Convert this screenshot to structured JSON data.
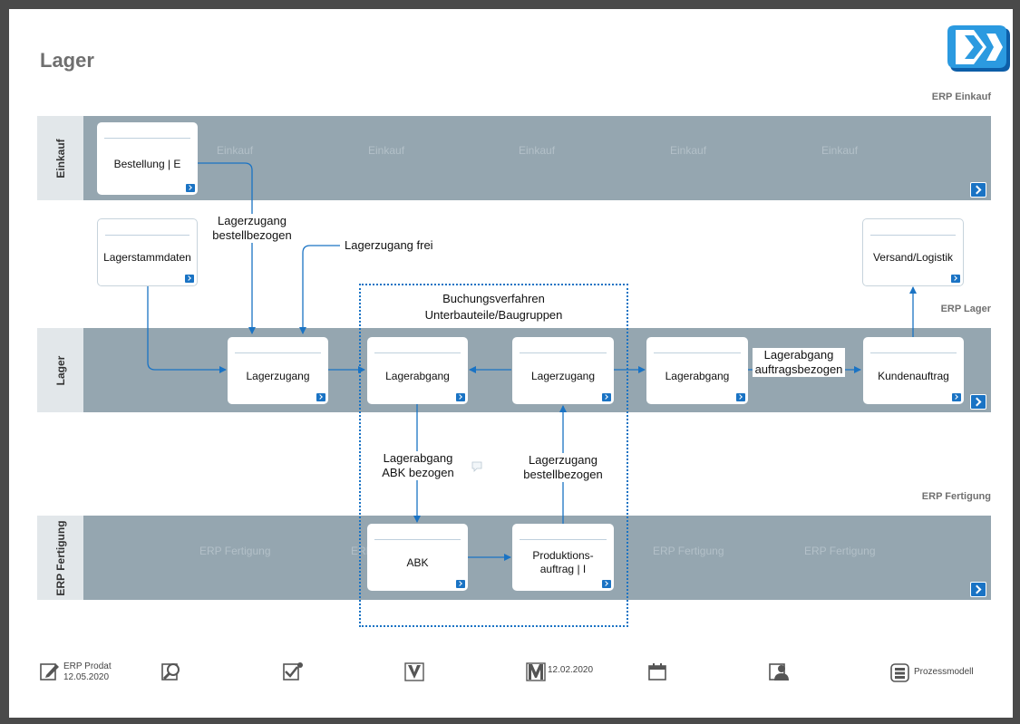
{
  "page": {
    "title": "Lager"
  },
  "section_labels": {
    "einkauf": "ERP Einkauf",
    "lager": "ERP Lager",
    "fertigung": "ERP Fertigung"
  },
  "lanes": {
    "einkauf": {
      "label": "Einkauf",
      "watermark": "Einkauf"
    },
    "lager": {
      "label": "Lager"
    },
    "fertigung": {
      "label": "ERP Fertigung",
      "watermark": "ERP Fertigung"
    }
  },
  "boxes": {
    "bestellung": "Bestellung | E",
    "lagerstammdaten": "Lagerstammdaten",
    "versand": "Versand/Logistik",
    "lagerzugang1": "Lagerzugang",
    "lagerabgang1": "Lagerabgang",
    "lagerzugang2": "Lagerzugang",
    "lagerabgang2": "Lagerabgang",
    "kundenauftrag": "Kundenauftrag",
    "abk": "ABK",
    "produktionsauftrag": "Produktions-\nauftrag | I"
  },
  "annotations": {
    "lagerzugang_bestellbezogen": "Lagerzugang\nbestellbezogen",
    "lagerzugang_frei": "Lagerzugang frei",
    "lagerabgang_auftragsbezogen": "Lagerabgang\nauftragsbezogen",
    "lagerabgang_abk": "Lagerabgang\nABK bezogen",
    "lagerzugang_bestellbezogen2": "Lagerzugang\nbestellbezogen"
  },
  "group": {
    "title": "Buchungsverfahren\nUnterbauteile/Baugruppen"
  },
  "footer": {
    "author": "ERP Prodat",
    "date1": "12.05.2020",
    "date2": "12.02.2020",
    "processmodel": "Prozessmodell"
  },
  "colors": {
    "lane": "#95a6b0",
    "accent": "#1a73c4"
  },
  "icons": [
    "edit-icon",
    "search-icon",
    "approve-icon",
    "version-icon",
    "milestone-icon",
    "calendar-icon",
    "person-icon",
    "process-model-icon"
  ]
}
